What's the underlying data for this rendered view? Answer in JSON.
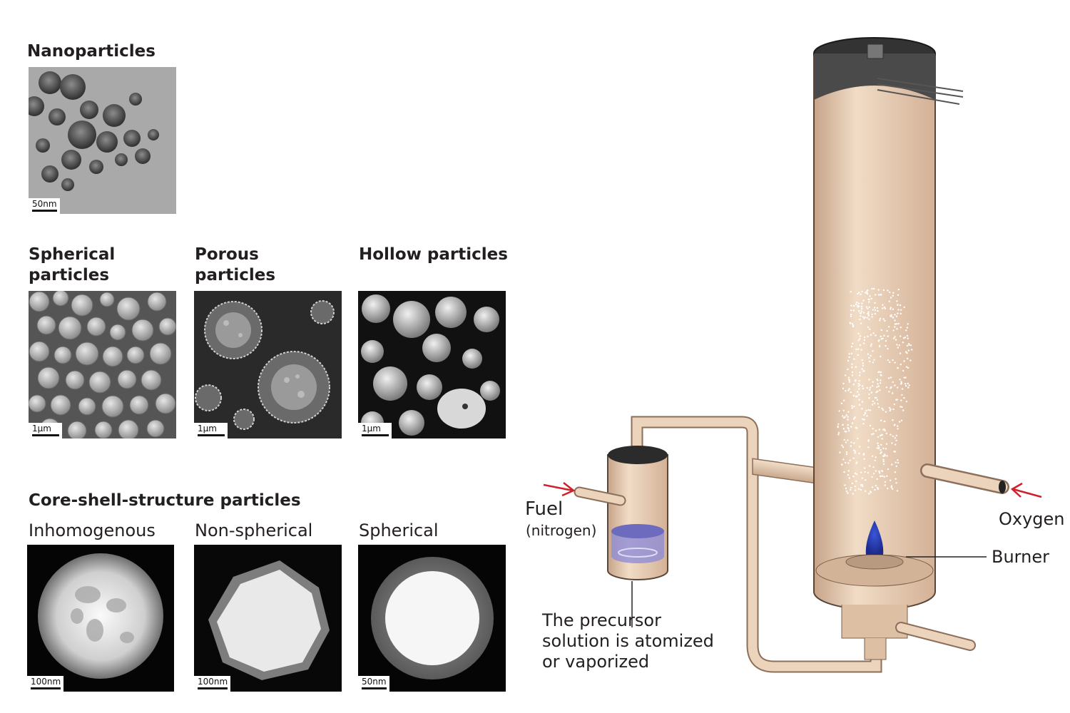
{
  "sections": {
    "nanoparticles": {
      "title": "Nanoparticles",
      "scale": "50nm"
    },
    "spherical": {
      "title": "Spherical particles",
      "scale": "1μm"
    },
    "porous": {
      "title": "Porous particles",
      "scale": "1μm"
    },
    "hollow": {
      "title": "Hollow particles",
      "scale": "1μm"
    },
    "core_shell": {
      "title": "Core-shell-structure particles",
      "items": [
        {
          "label": "Inhomogenous",
          "scale": "100nm"
        },
        {
          "label": "Non-spherical",
          "scale": "100nm"
        },
        {
          "label": "Spherical",
          "scale": "50nm"
        }
      ]
    }
  },
  "apparatus": {
    "fuel": "Fuel",
    "fuel_note": "(nitrogen)",
    "oxygen": "Oxygen",
    "burner": "Burner",
    "precursor": "The precursor solution is atomized or vaporized"
  },
  "colors": {
    "arrow": "#d0202a",
    "vessel": "#e9ccb2",
    "flame": "#2a3fb0",
    "liquid": "#8a88d8"
  }
}
